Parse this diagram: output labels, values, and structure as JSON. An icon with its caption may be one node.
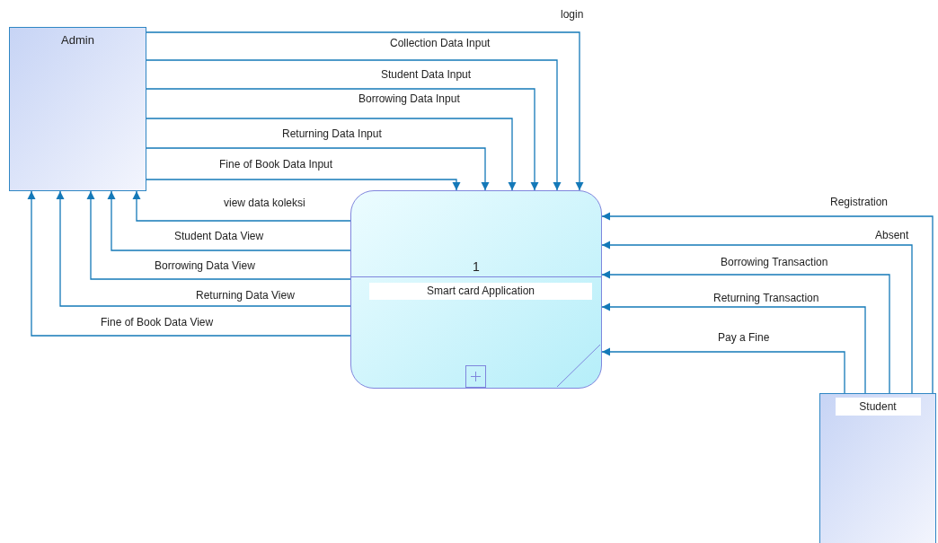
{
  "diagram": {
    "nodes": [
      {
        "text": [
          "Admin"
        ]
      },
      {
        "text": [
          "1",
          "Smart card Application"
        ]
      },
      {
        "text": [
          "Student"
        ]
      }
    ],
    "edges": [
      {
        "from": 0,
        "to": 1,
        "arrow": "to",
        "label": "login"
      },
      {
        "from": 0,
        "to": 1,
        "arrow": "to",
        "label": "Collection Data Input"
      },
      {
        "from": 0,
        "to": 1,
        "arrow": "to",
        "label": "Student Data Input"
      },
      {
        "from": 0,
        "to": 1,
        "arrow": "to",
        "label": "Borrowing Data Input"
      },
      {
        "from": 0,
        "to": 1,
        "arrow": "to",
        "label": "Returning Data Input"
      },
      {
        "from": 0,
        "to": 1,
        "arrow": "to",
        "label": "Fine of Book Data Input"
      },
      {
        "from": 1,
        "to": 0,
        "arrow": "to",
        "label": "view data koleksi"
      },
      {
        "from": 1,
        "to": 0,
        "arrow": "to",
        "label": "Student Data View"
      },
      {
        "from": 1,
        "to": 0,
        "arrow": "to",
        "label": "Borrowing Data View"
      },
      {
        "from": 1,
        "to": 0,
        "arrow": "to",
        "label": "Returning Data View"
      },
      {
        "from": 1,
        "to": 0,
        "arrow": "to",
        "label": "Fine of Book Data View"
      },
      {
        "from": 2,
        "to": 1,
        "arrow": "to",
        "label": "Registration"
      },
      {
        "from": 2,
        "to": 1,
        "arrow": "to",
        "label": "Absent"
      },
      {
        "from": 2,
        "to": 1,
        "arrow": "to",
        "label": "Borrowing Transaction"
      },
      {
        "from": 2,
        "to": 1,
        "arrow": "to",
        "label": "Returning Transaction"
      },
      {
        "from": 2,
        "to": 1,
        "arrow": "to",
        "label": "Pay a Fine"
      }
    ]
  }
}
